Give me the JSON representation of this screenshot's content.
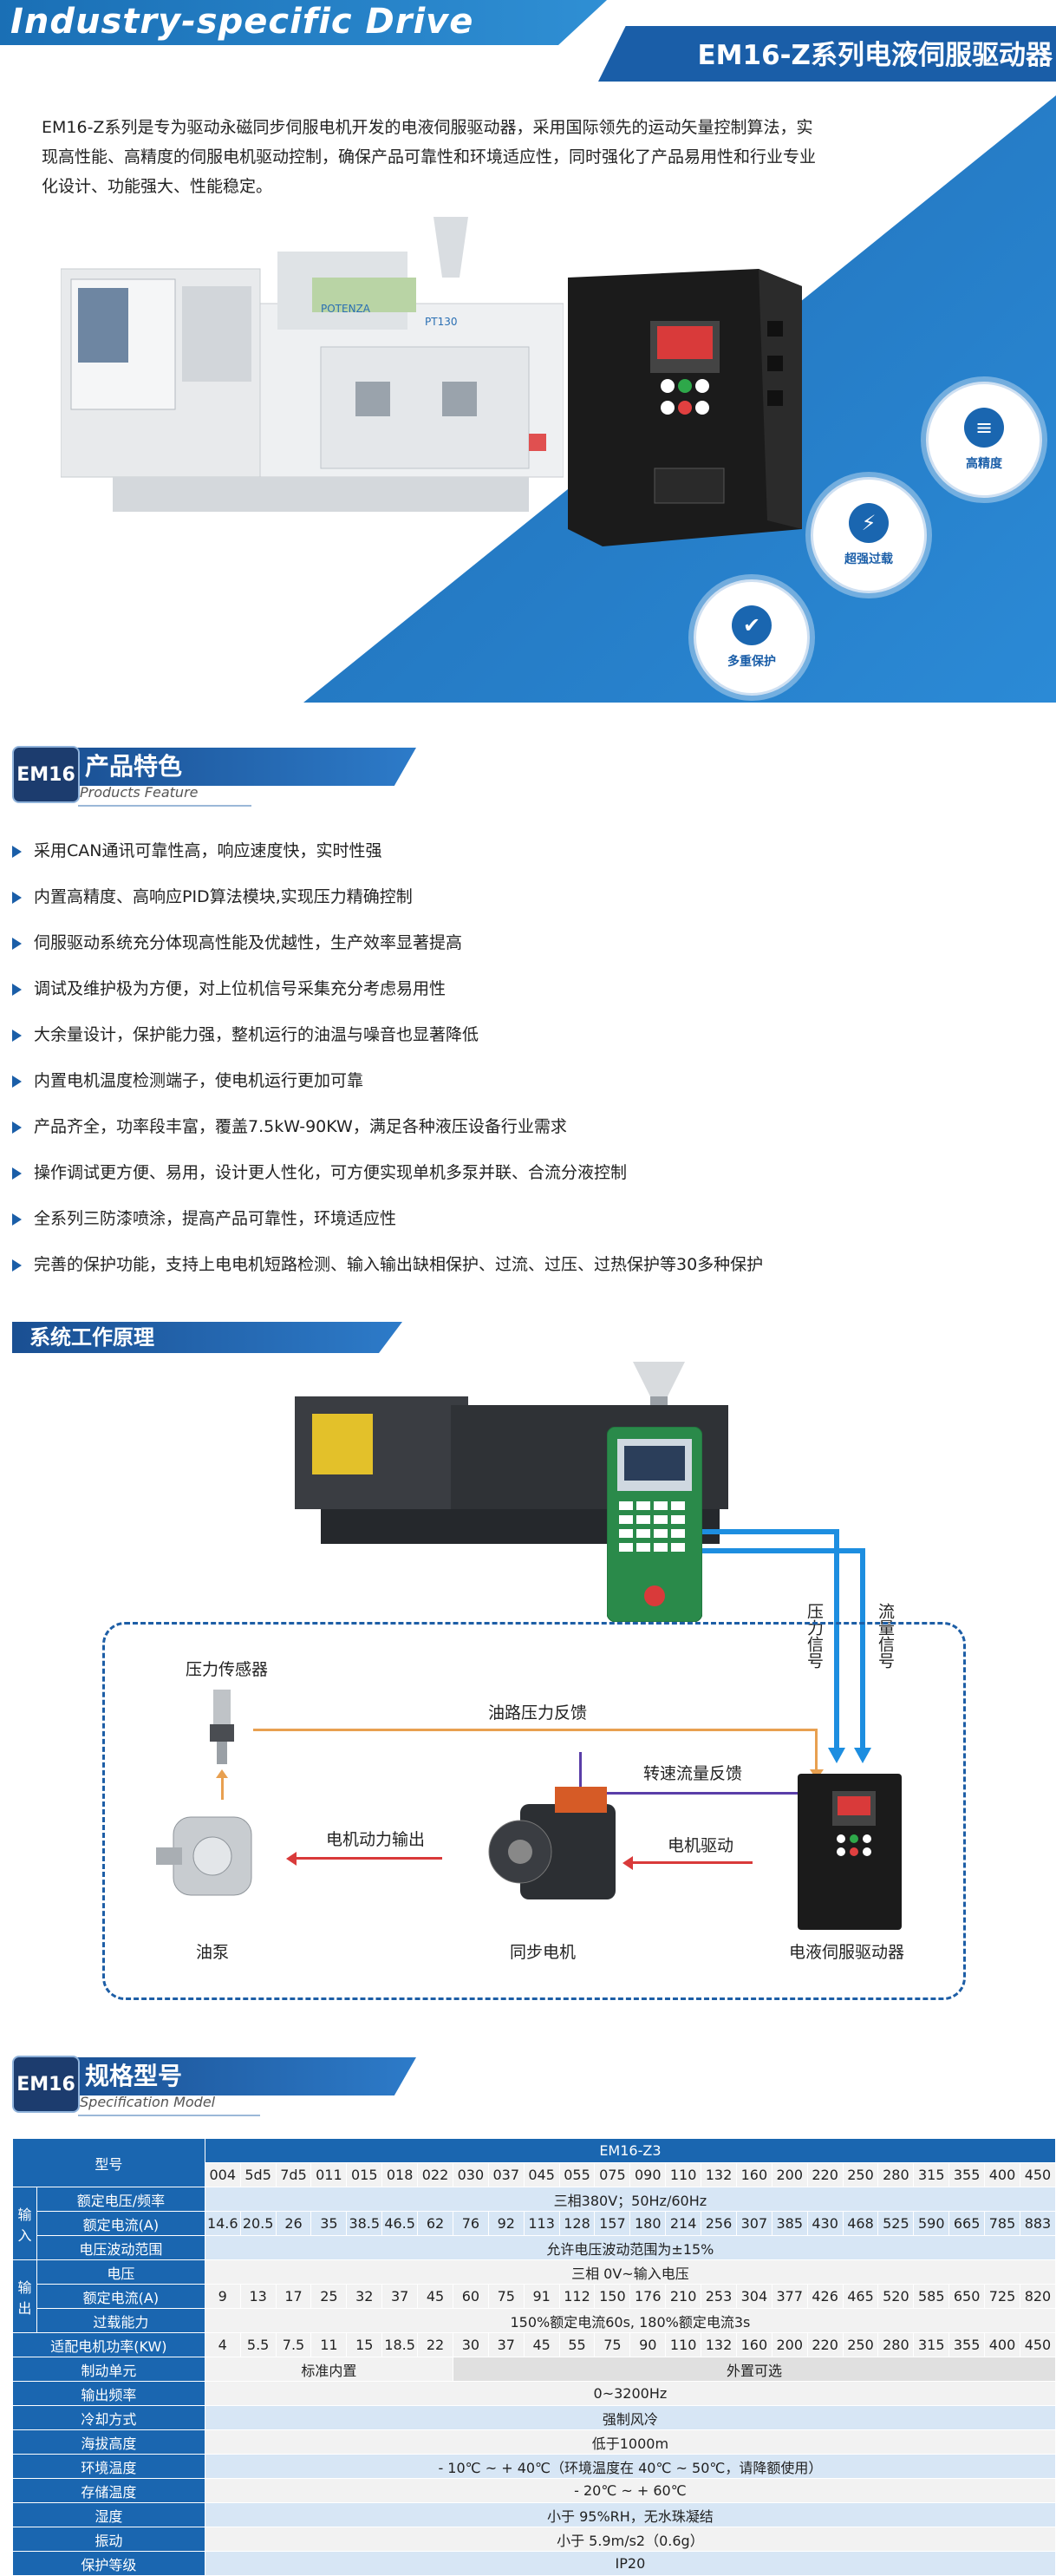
{
  "header": {
    "left_title": "Industry-specific Drive",
    "right_title": "EM16-Z系列电液伺服驱动器"
  },
  "intro": {
    "text": "EM16-Z系列是专为驱动永磁同步伺服电机开发的电液伺服驱动器，采用国际领先的运动矢量控制算法，实现高性能、高精度的伺服电机驱动控制，确保产品可靠性和环境适应性，同时强化了产品易用性和行业专业化设计、功能强大、性能稳定。"
  },
  "hero": {
    "machine_label": "POTENZA",
    "machine_model": "PT130",
    "badges": [
      {
        "label": "高精度",
        "icon": "ruler-icon"
      },
      {
        "label": "超强过载",
        "icon": "lightning-icon"
      },
      {
        "label": "多重保护",
        "icon": "shield-icon"
      }
    ]
  },
  "features_section": {
    "tag": "EM16",
    "title": "产品特色",
    "subtitle": "Products Feature",
    "items": [
      "采用CAN通讯可靠性高，响应速度快，实时性强",
      "内置高精度、高响应PID算法模块,实现压力精确控制",
      "伺服驱动系统充分体现高性能及优越性，生产效率显著提高",
      "调试及维护极为方便，对上位机信号采集充分考虑易用性",
      "大余量设计，保护能力强，整机运行的油温与噪音也显著降低",
      "内置电机温度检测端子，使电机运行更加可靠",
      "产品齐全，功率段丰富，覆盖7.5kW-90KW，满足各种液压设备行业需求",
      "操作调试更方便、易用，设计更人性化，可方便实现单机多泵并联、合流分液控制",
      "全系列三防漆喷涂，提高产品可靠性，环境适应性",
      "完善的保护功能，支持上电电机短路检测、输入输出缺相保护、过流、过压、过热保护等30多种保护"
    ]
  },
  "principle_section": {
    "title": "系统工作原理",
    "signals": [
      "压力信号",
      "流量信号"
    ],
    "labels": {
      "pressure_sensor": "压力传感器",
      "oil_pressure_feedback": "油路压力反馈",
      "speed_flow_feedback": "转速流量反馈",
      "motor_power_output": "电机动力输出",
      "motor_drive": "电机驱动",
      "oil_pump": "油泵",
      "sync_motor": "同步电机",
      "servo_drive": "电液伺服驱动器"
    }
  },
  "spec_section": {
    "tag": "EM16",
    "title": "规格型号",
    "subtitle": "Specification Model",
    "series": "EM16-Z3",
    "models": [
      "004",
      "5d5",
      "7d5",
      "011",
      "015",
      "018",
      "022",
      "030",
      "037",
      "045",
      "055",
      "075",
      "090",
      "110",
      "132",
      "160",
      "200",
      "220",
      "250",
      "280",
      "315",
      "355",
      "400",
      "450"
    ],
    "rows": {
      "model_label": "型号",
      "input_label": "输入",
      "output_label": "输出",
      "rated_voltage_label": "额定电压/频率",
      "rated_voltage_value": "三相380V；50Hz/60Hz",
      "rated_current_label": "额定电流(A)",
      "input_current": [
        "14.6",
        "20.5",
        "26",
        "35",
        "38.5",
        "46.5",
        "62",
        "76",
        "92",
        "113",
        "128",
        "157",
        "180",
        "214",
        "256",
        "307",
        "385",
        "430",
        "468",
        "525",
        "590",
        "665",
        "785",
        "883"
      ],
      "voltage_fluct_label": "电压波动范围",
      "voltage_fluct_value": "允许电压波动范围为±15%",
      "out_voltage_label": "电压",
      "out_voltage_value": "三相 0V~输入电压",
      "out_current_label": "额定电流(A)",
      "output_current": [
        "9",
        "13",
        "17",
        "25",
        "32",
        "37",
        "45",
        "60",
        "75",
        "91",
        "112",
        "150",
        "176",
        "210",
        "253",
        "304",
        "377",
        "426",
        "465",
        "520",
        "585",
        "650",
        "725",
        "820"
      ],
      "overload_label": "过载能力",
      "overload_value": "150%额定电流60s, 180%额定电流3s",
      "motor_power_label": "适配电机功率(KW)",
      "motor_power": [
        "4",
        "5.5",
        "7.5",
        "11",
        "15",
        "18.5",
        "22",
        "30",
        "37",
        "45",
        "55",
        "75",
        "90",
        "110",
        "132",
        "160",
        "200",
        "220",
        "250",
        "280",
        "315",
        "355",
        "400",
        "450"
      ],
      "brake_label": "制动单元",
      "brake_builtin": "标准内置",
      "brake_external": "外置可选",
      "out_freq_label": "输出频率",
      "out_freq_value": "0~3200Hz",
      "cooling_label": "冷却方式",
      "cooling_value": "强制风冷",
      "altitude_label": "海拔高度",
      "altitude_value": "低于1000m",
      "env_temp_label": "环境温度",
      "env_temp_value": "- 10℃ ~ + 40℃（环境温度在 40℃ ~ 50℃，请降额使用）",
      "storage_temp_label": "存储温度",
      "storage_temp_value": "- 20℃ ~ + 60℃",
      "humidity_label": "湿度",
      "humidity_value": "小于 95%RH，无水珠凝结",
      "vibration_label": "振动",
      "vibration_value": "小于 5.9m/s2（0.6g）",
      "protection_label": "保护等级",
      "protection_value": "IP20"
    }
  },
  "colors": {
    "primary_blue": "#1a66b0",
    "dark_navy": "#1c3c6e",
    "light_band": "#d7e6f5",
    "orange_line": "#e8a050",
    "purple_line": "#5a3ea8"
  }
}
